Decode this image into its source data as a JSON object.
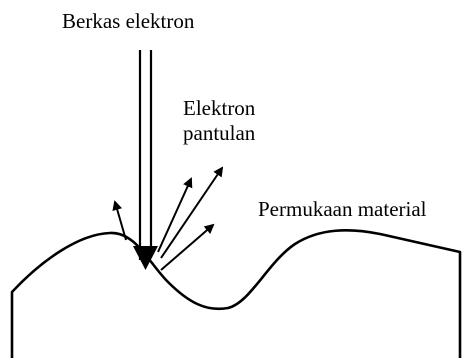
{
  "labels": {
    "beam": "Berkas elektron",
    "reflected_line1": "Elektron",
    "reflected_line2": "pantulan",
    "surface": "Permukaan material"
  },
  "colors": {
    "ink": "#000000",
    "background": "#ffffff"
  }
}
